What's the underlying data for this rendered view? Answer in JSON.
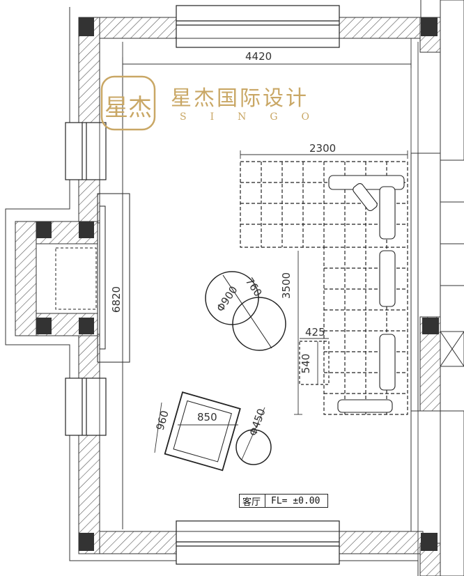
{
  "brand": {
    "name_cn": "星杰国际设计",
    "name_en": "SINGO",
    "seal_glyphs": "星杰"
  },
  "room": {
    "name": "客厅",
    "floor_level": "FL= ±0.00"
  },
  "dimensions": {
    "room_width": "4420",
    "room_depth": "6820",
    "sofa_width": "2300",
    "sofa_depth": "3500",
    "table_dia": "Φ900",
    "table_offset": "760",
    "ottoman_w": "425",
    "ottoman_h": "540",
    "chair_w": "850",
    "chair_h": "960",
    "side_table_dia": "Φ450"
  },
  "colors": {
    "wall_hatch": "#555555",
    "column": "#333333",
    "brand_gold": "#c9a765",
    "line": "#222222"
  }
}
